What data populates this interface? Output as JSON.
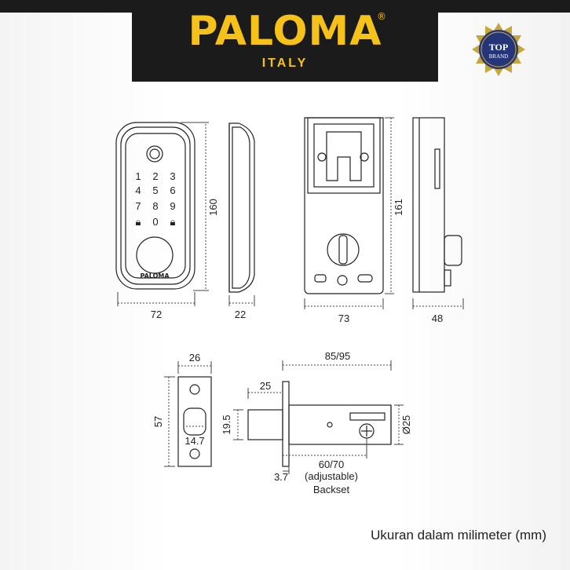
{
  "brand": {
    "name": "PALOMA",
    "registered": "®",
    "origin": "ITALY",
    "badge": {
      "line1": "TOP",
      "line2": "BRAND"
    },
    "device_logo": "PALOMA"
  },
  "keypad": [
    "1",
    "2",
    "3",
    "4",
    "5",
    "6",
    "7",
    "8",
    "9",
    "🔒︎",
    "0",
    "🔒︎"
  ],
  "dimensions": {
    "front_width": "72",
    "front_height": "160",
    "side_depth": "22",
    "back_width": "73",
    "back_height": "161",
    "rear_side_depth": "48",
    "plate_width": "26",
    "plate_height": "57",
    "latch_hole": "14.7",
    "bolt_length": "85/95",
    "bolt_throw": "25",
    "bolt_height": "19.5",
    "bolt_diameter": "Ø25",
    "backset_value": "60/70",
    "backset_note": "(adjustable)",
    "backset_label": "Backset",
    "plate_thickness": "3.7"
  },
  "note": "Ukuran dalam milimeter (mm)",
  "colors": {
    "gold": "#f6c21a",
    "dark": "#1b1b1b",
    "line": "#222222"
  }
}
